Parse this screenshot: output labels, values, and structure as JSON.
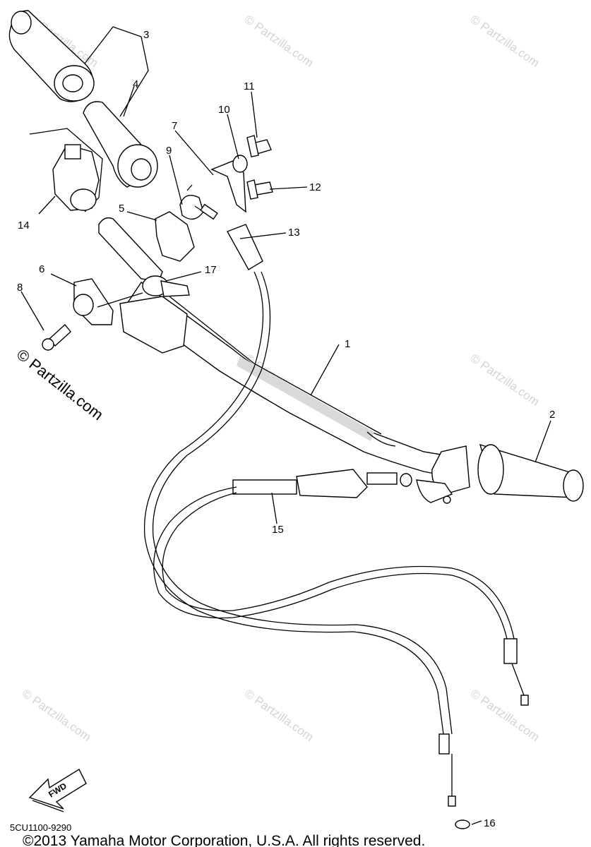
{
  "watermarks": [
    "© Partzilla.com",
    "© Partzilla.com",
    "© Partzilla.com",
    "© Partzilla.com",
    "© Partzilla.com",
    "© Partzilla.com",
    "© Partzilla.com",
    "© Partzilla.com",
    "© Partzilla.com"
  ],
  "side_watermark": "© Partzilla.com",
  "callouts": {
    "c1": "1",
    "c2": "2",
    "c3": "3",
    "c4": "4",
    "c5": "5",
    "c6": "6",
    "c7": "7",
    "c8": "8",
    "c9": "9",
    "c10": "10",
    "c11": "11",
    "c12": "12",
    "c13": "13",
    "c14": "14",
    "c15": "15",
    "c16": "16",
    "c17": "17"
  },
  "fwd_label": "FWD",
  "part_code": "5CU1100-9290",
  "copyright": "©2013 Yamaha Motor Corporation, U.S.A. All rights reserved."
}
